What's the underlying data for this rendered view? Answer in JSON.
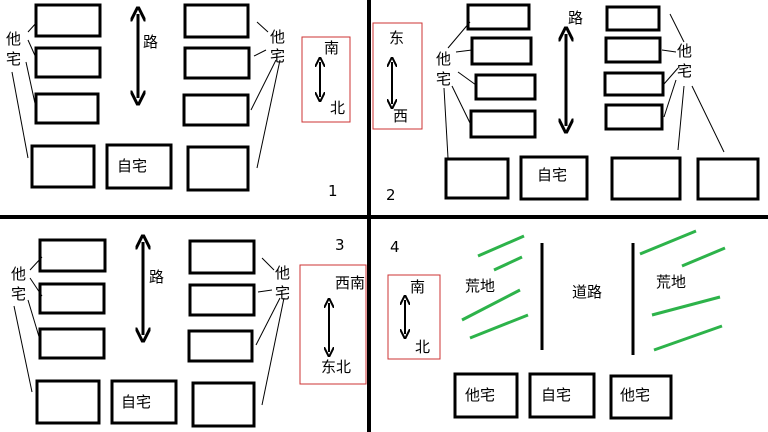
{
  "labels": {
    "road": "路",
    "other_house": "他宅",
    "own_house": "自宅",
    "wasteland": "荒地",
    "road_full": "道路",
    "char_ta": "他",
    "char_zhai": "宅"
  },
  "panel_numbers": [
    "1",
    "2",
    "3",
    "4"
  ],
  "directions": {
    "p1": {
      "top": "南",
      "bottom": "北"
    },
    "p2": {
      "top": "东",
      "bottom": "西"
    },
    "p3": {
      "top": "西南",
      "bottom": "东北"
    },
    "p4": {
      "top": "南",
      "bottom": "北"
    }
  },
  "colors": {
    "line": "#000000",
    "direction_box": "#cc3333",
    "grass": "#2db34a"
  }
}
